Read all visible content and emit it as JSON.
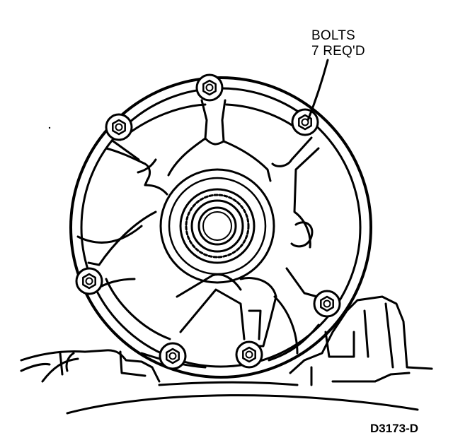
{
  "figure": {
    "callout": {
      "line1": "BOLTS",
      "line2": "7 REQ'D"
    },
    "figure_id": "D3173-D",
    "bolts": [
      {
        "id": 1
      },
      {
        "id": 2
      },
      {
        "id": 3
      },
      {
        "id": 4
      },
      {
        "id": 5
      },
      {
        "id": 6
      },
      {
        "id": 7
      }
    ]
  }
}
